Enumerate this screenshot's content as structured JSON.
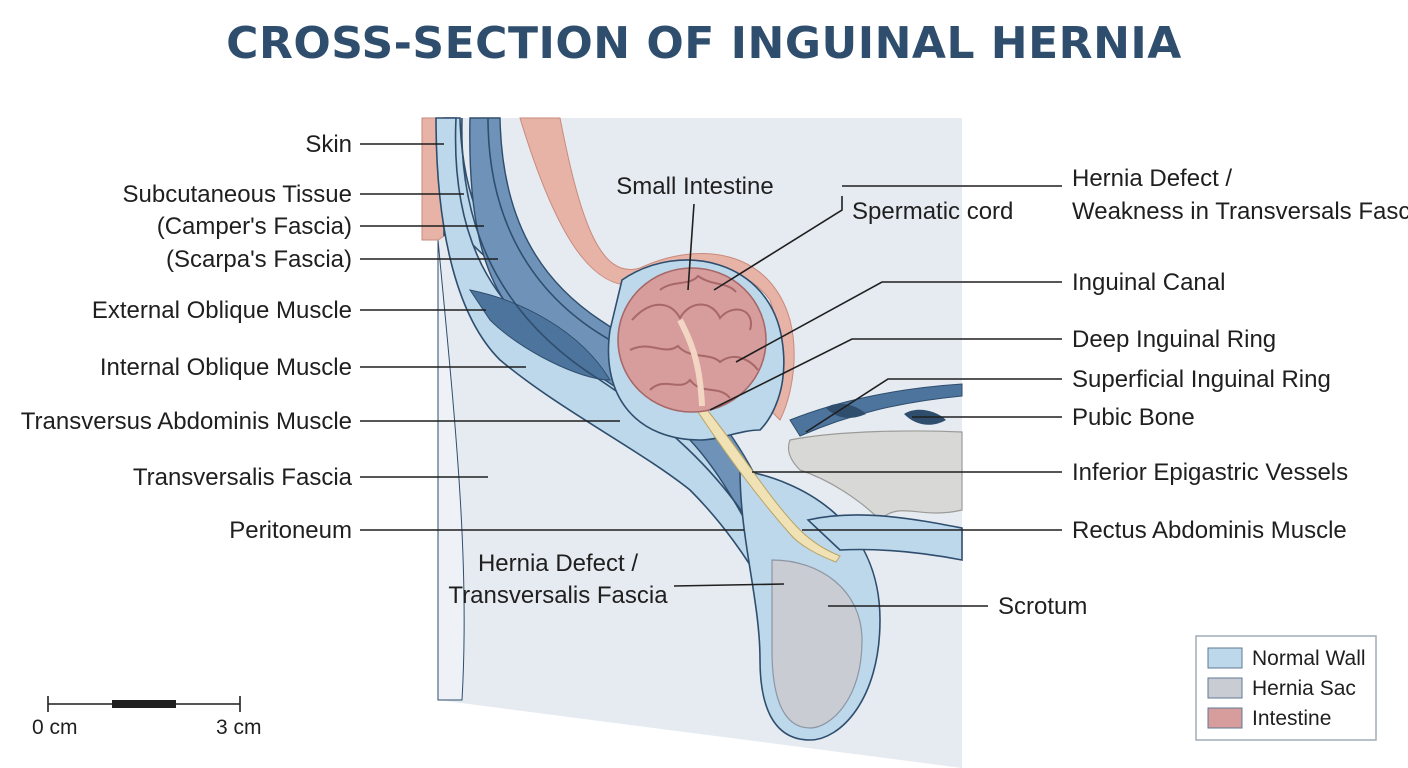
{
  "title": "CROSS-SECTION OF INGUINAL HERNIA",
  "colors": {
    "title": "#2f4e6e",
    "normal_wall": "#bcd8ea",
    "hernia_sac": "#c9ccd3",
    "intestine": "#d79c9c",
    "muscle": "#6f93b8",
    "muscle_dark": "#4d749d",
    "fascia_line": "#2f4e6e",
    "skin": "#e7b3a7",
    "background_tissue": "#e6ebf1",
    "bone": "#d8d8d6"
  },
  "left_labels": [
    {
      "id": "skin",
      "text": "Skin"
    },
    {
      "id": "subcutaneous",
      "text": "Subcutaneous Tissue"
    },
    {
      "id": "campers",
      "text": "(Camper's Fascia)"
    },
    {
      "id": "scarpas",
      "text": "(Scarpa's Fascia)"
    },
    {
      "id": "external-oblique",
      "text": "External Oblique Muscle"
    },
    {
      "id": "internal-oblique",
      "text": "Internal Oblique Muscle"
    },
    {
      "id": "transversus",
      "text": "Transversus Abdominis Muscle"
    },
    {
      "id": "transversalis",
      "text": "Transversalis Fascia"
    },
    {
      "id": "peritoneum",
      "text": "Peritoneum"
    }
  ],
  "right_labels": [
    {
      "id": "hernia-defect-weakness",
      "lines": [
        "Hernia Defect /",
        "Weakness in Transversals Fascia"
      ]
    },
    {
      "id": "inguinal-canal",
      "lines": [
        "Inguinal Canal"
      ]
    },
    {
      "id": "deep-ring",
      "lines": [
        "Deep Inguinal Ring"
      ]
    },
    {
      "id": "superficial-ring",
      "lines": [
        "Superficial Inguinal Ring"
      ]
    },
    {
      "id": "pubic-bone",
      "lines": [
        "Pubic Bone"
      ]
    },
    {
      "id": "epigastric",
      "lines": [
        "Inferior Epigastric Vessels"
      ]
    },
    {
      "id": "rectus",
      "lines": [
        "Rectus Abdominis Muscle"
      ]
    }
  ],
  "inner_labels": {
    "small_intestine": "Small Intestine",
    "spermatic_cord": "Spermatic cord",
    "hernia_defect_line1": "Hernia Defect /",
    "hernia_defect_line2": "Transversalis Fascia",
    "scrotum": "Scrotum"
  },
  "scale_bar": {
    "start": "0 cm",
    "end": "3 cm"
  },
  "legend": [
    {
      "label": "Normal Wall",
      "color": "#bcd8ea"
    },
    {
      "label": "Hernia Sac",
      "color": "#c9ccd3"
    },
    {
      "label": "Intestine",
      "color": "#d79c9c"
    }
  ]
}
